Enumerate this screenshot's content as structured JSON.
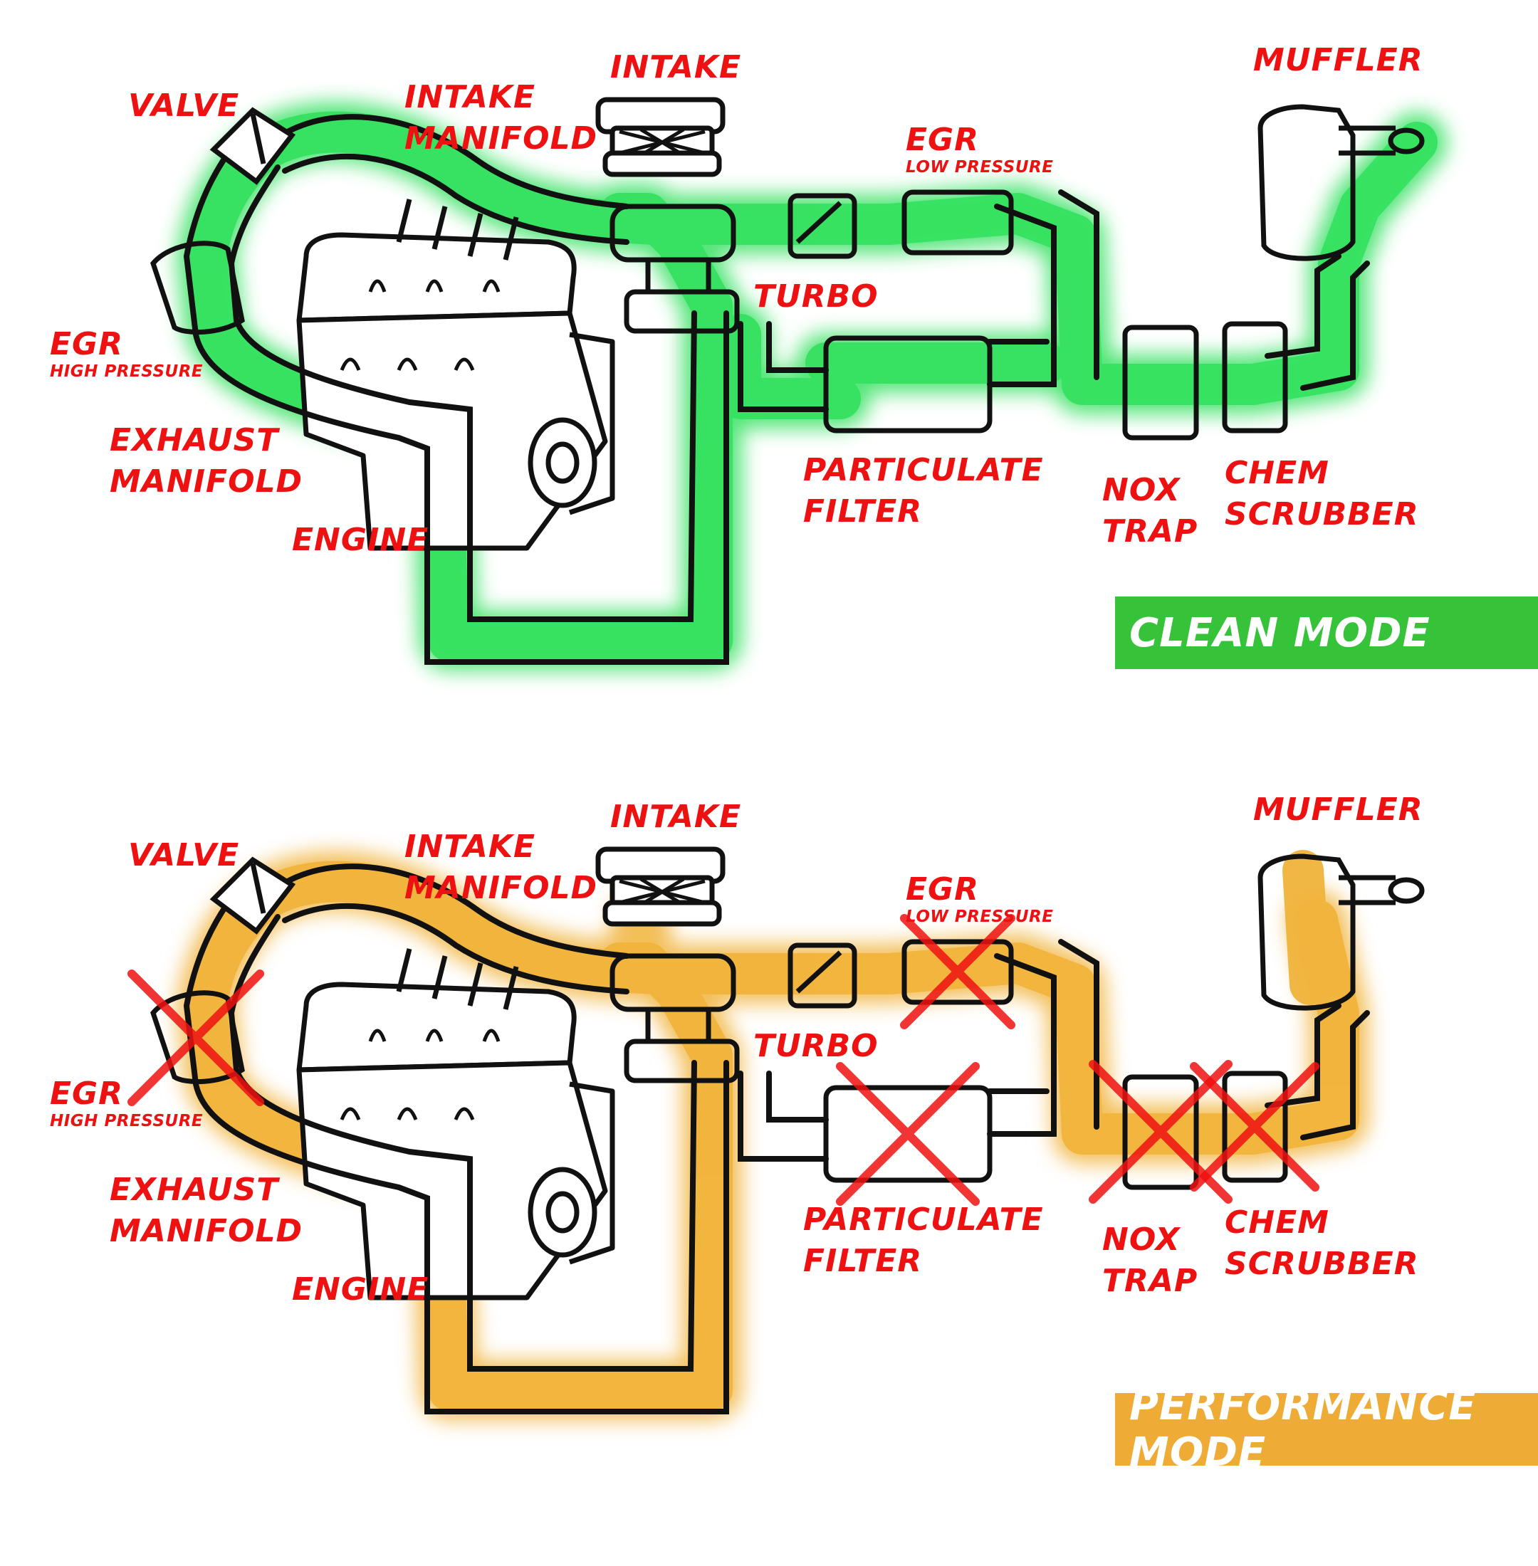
{
  "colors": {
    "label_red": "#ee1111",
    "clean_glow": "#36e160",
    "clean_banner": "#36c33a",
    "perf_glow": "#f1b43c",
    "perf_banner": "#eeac36",
    "cross_red": "#ee1111",
    "outline": "#111111"
  },
  "panels": [
    {
      "mode_label": "CLEAN MODE",
      "labels": {
        "valve": "VALVE",
        "intake_manifold": [
          "INTAKE",
          "MANIFOLD"
        ],
        "intake": "INTAKE",
        "muffler": "MUFFLER",
        "egr_low": "EGR",
        "egr_low_sub": "LOW PRESSURE",
        "turbo": "TURBO",
        "egr_high": "EGR",
        "egr_high_sub": "HIGH PRESSURE",
        "exhaust_manifold": [
          "EXHAUST",
          "MANIFOLD"
        ],
        "engine": "ENGINE",
        "particulate_filter": [
          "PARTICULATE",
          "FILTER"
        ],
        "nox_trap": [
          "NOX",
          "TRAP"
        ],
        "chem_scrubber": [
          "CHEM",
          "SCRUBBER"
        ]
      },
      "disabled_components": []
    },
    {
      "mode_label": "PERFORMANCE MODE",
      "labels": {
        "valve": "VALVE",
        "intake_manifold": [
          "INTAKE",
          "MANIFOLD"
        ],
        "intake": "INTAKE",
        "muffler": "MUFFLER",
        "egr_low": "EGR",
        "egr_low_sub": "LOW PRESSURE",
        "turbo": "TURBO",
        "egr_high": "EGR",
        "egr_high_sub": "HIGH PRESSURE",
        "exhaust_manifold": [
          "EXHAUST",
          "MANIFOLD"
        ],
        "engine": "ENGINE",
        "particulate_filter": [
          "PARTICULATE",
          "FILTER"
        ],
        "nox_trap": [
          "NOX",
          "TRAP"
        ],
        "chem_scrubber": [
          "CHEM",
          "SCRUBBER"
        ]
      },
      "disabled_components": [
        "egr_high",
        "egr_low",
        "particulate_filter",
        "nox_trap",
        "chem_scrubber"
      ]
    }
  ]
}
